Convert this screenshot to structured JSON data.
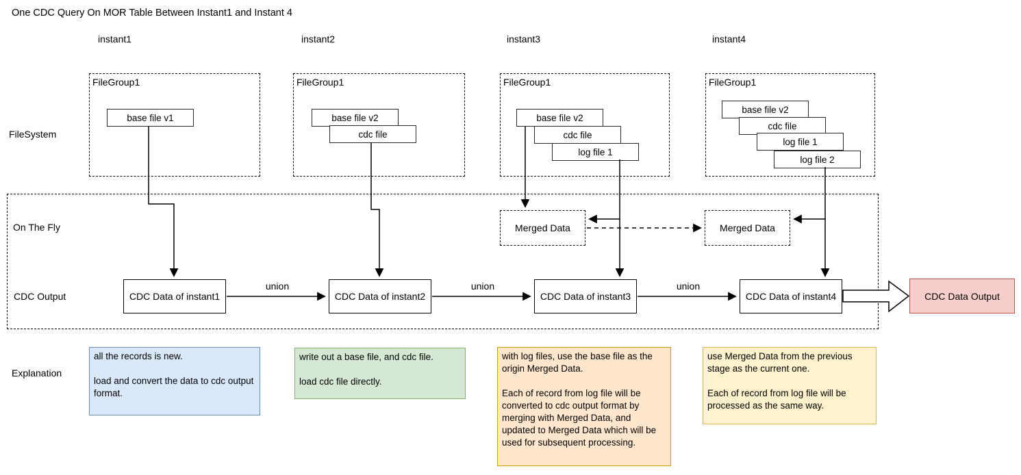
{
  "title": "One CDC Query On MOR Table Between Instant1 and Instant 4",
  "columns": [
    "instant1",
    "instant2",
    "instant3",
    "instant4"
  ],
  "rows": {
    "filesystem": "FileSystem",
    "on_the_fly": "On The Fly",
    "cdc_output": "CDC Output",
    "explanation": "Explanation"
  },
  "filegroups": [
    {
      "label": "FileGroup1",
      "files": [
        "base file v1"
      ]
    },
    {
      "label": "FileGroup1",
      "files": [
        "base file v2",
        "cdc file"
      ]
    },
    {
      "label": "FileGroup1",
      "files": [
        "base file v2",
        "cdc file",
        "log file 1"
      ]
    },
    {
      "label": "FileGroup1",
      "files": [
        "base file v2",
        "cdc file",
        "log file 1",
        "log file 2"
      ]
    }
  ],
  "merged_data": {
    "label": "Merged Data"
  },
  "cdc_data": [
    "CDC Data of instant1",
    "CDC Data of instant2",
    "CDC Data of instant3",
    "CDC Data of instant4"
  ],
  "union_label": "union",
  "output": {
    "label": "CDC Data Output",
    "fill": "#f8cecc",
    "border": "#b85450"
  },
  "explanations": [
    {
      "fill": "#dae8fc",
      "border": "#6c8ebf",
      "text": "all the records is new.\n\nload and convert the data to cdc output format."
    },
    {
      "fill": "#d5e8d4",
      "border": "#82b366",
      "text": "write out a base file, and cdc file.\n\nload cdc file directly."
    },
    {
      "fill": "#ffe6cc",
      "border": "#d79b00",
      "text": "with log files, use the base file as the origin Merged Data.\n\nEach of record from log file will be converted to cdc output format by merging with Merged Data, and updated to Merged Data which will be used for subsequent processing."
    },
    {
      "fill": "#fff2cc",
      "border": "#d6b656",
      "text": "use Merged Data from the previous stage as the current one.\n\nEach of record from log file will be processed as the same way."
    }
  ]
}
